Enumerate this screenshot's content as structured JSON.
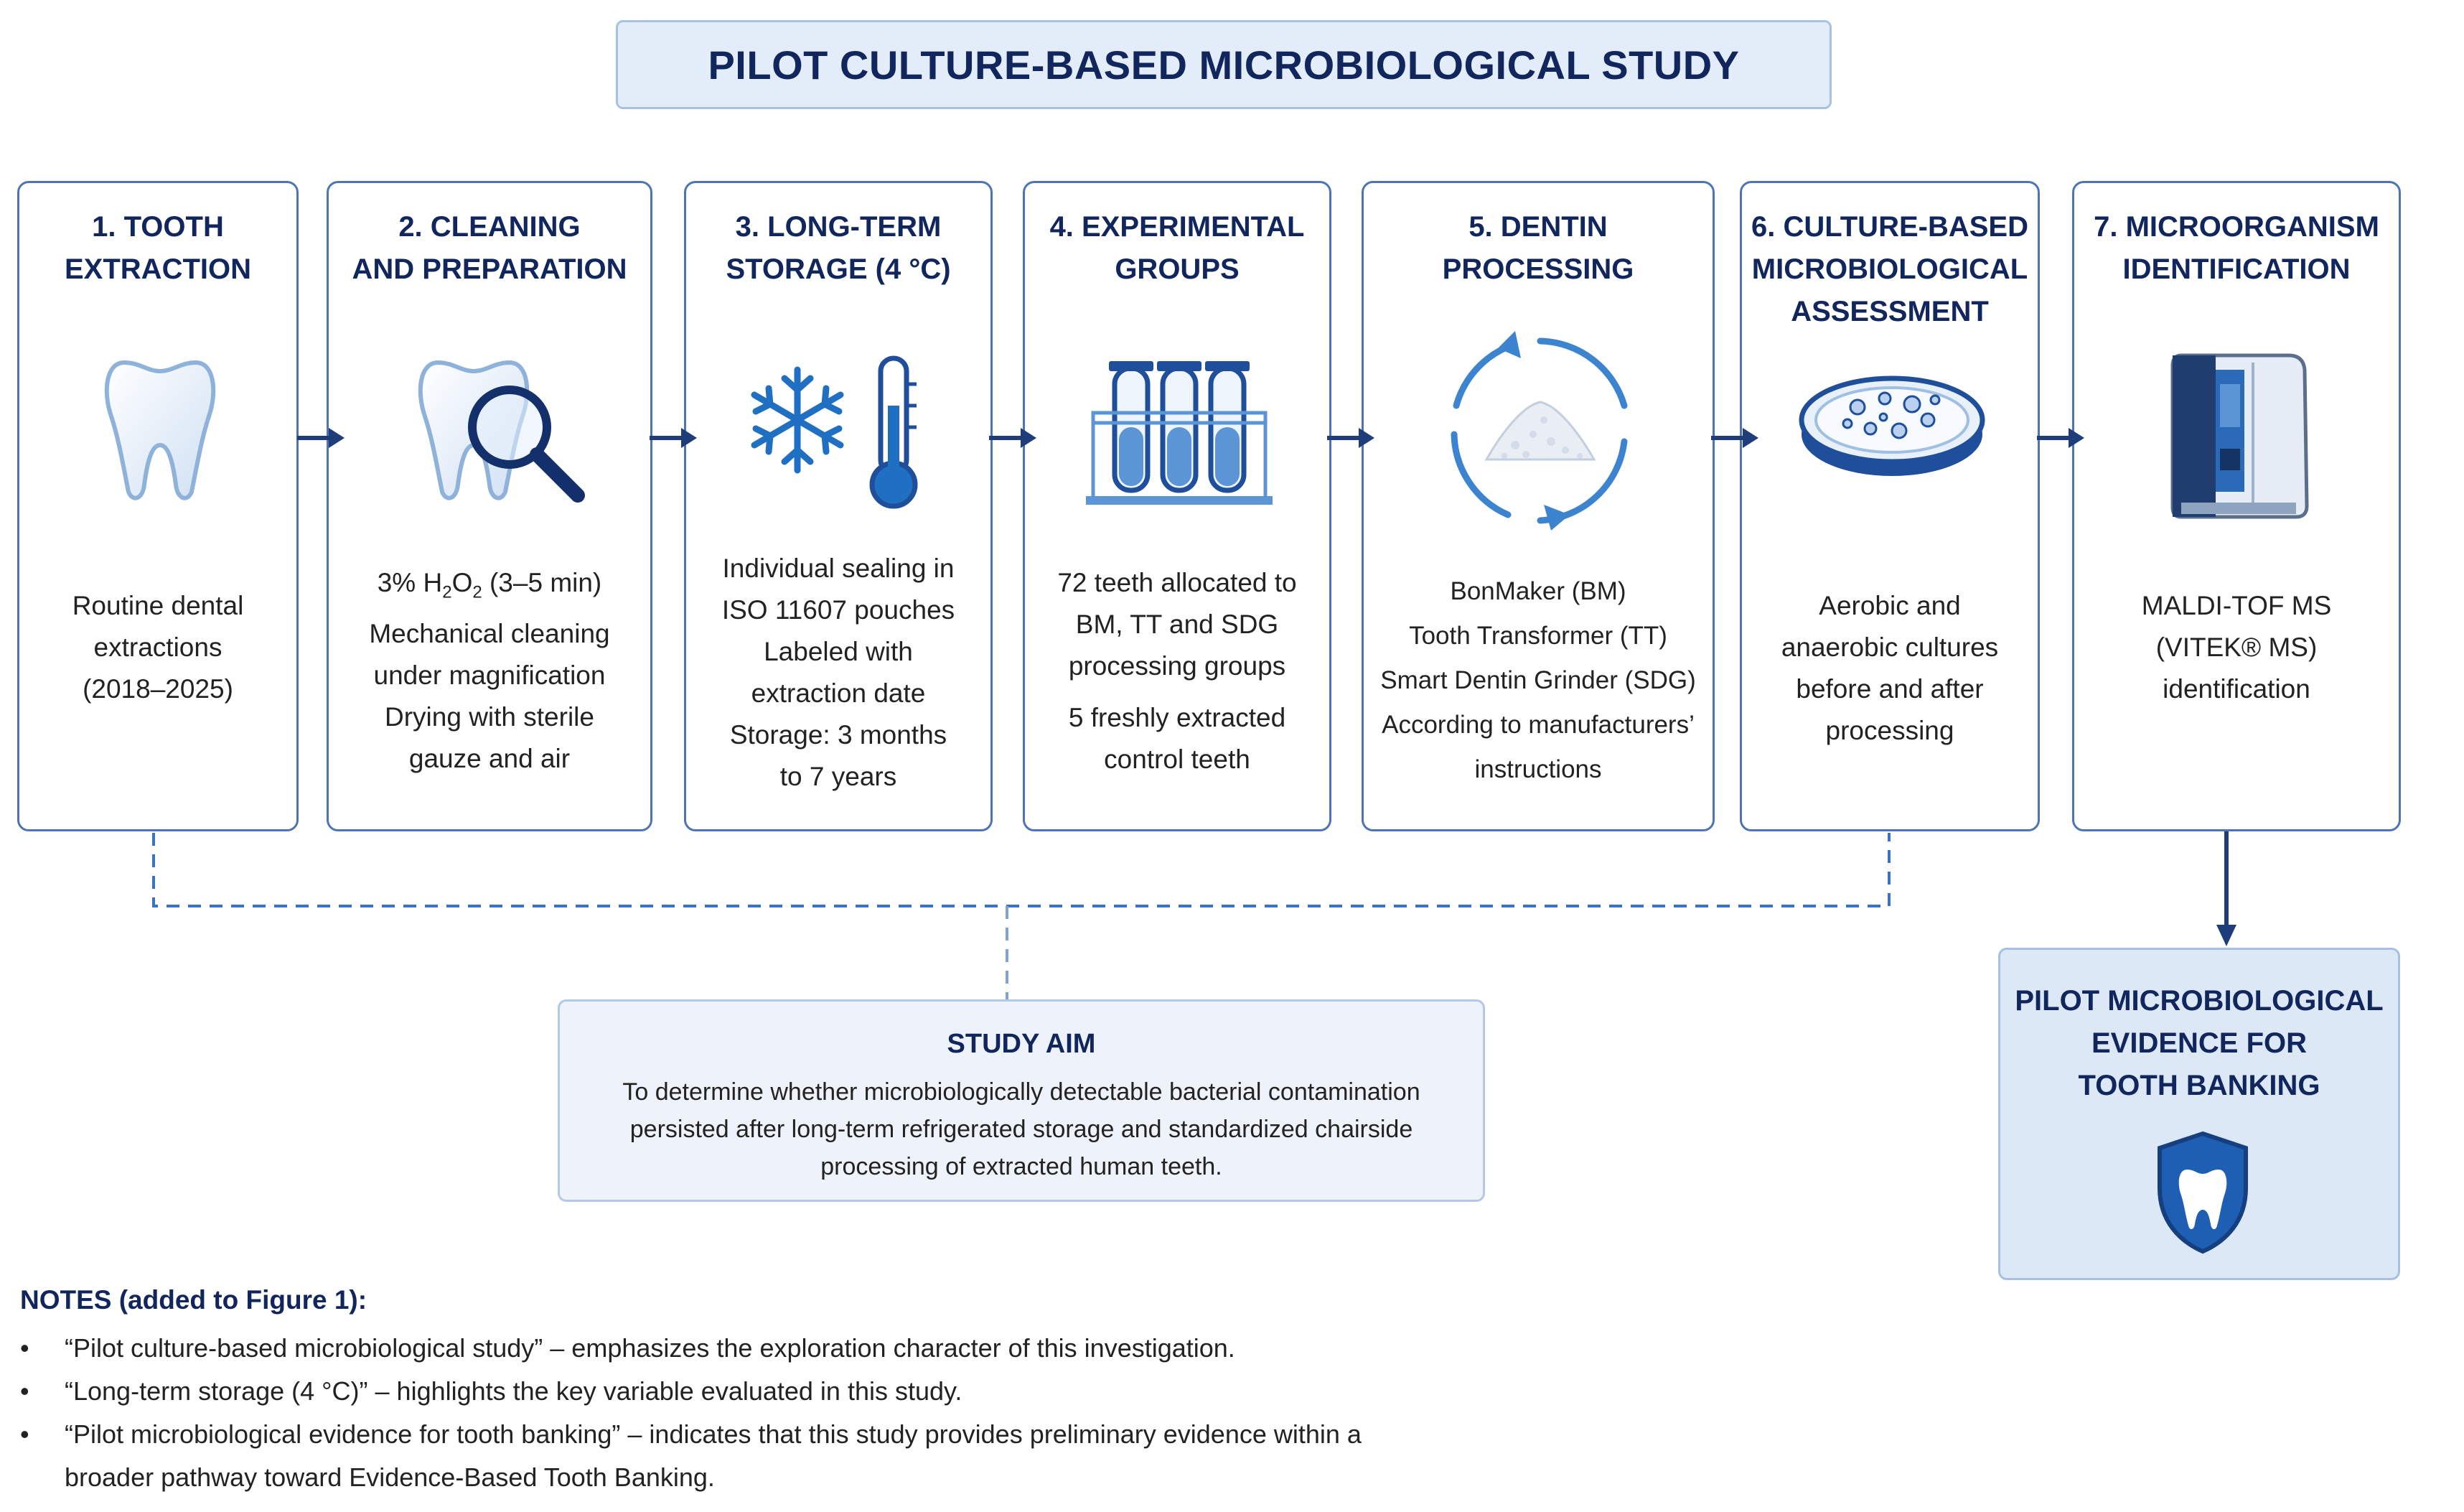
{
  "title": "PILOT CULTURE-BASED MICROBIOLOGICAL STUDY",
  "colors": {
    "navy": "#12265e",
    "accent_blue": "#2a6ab8",
    "border_blue": "#4f74b3",
    "light_fill": "#e3edf9"
  },
  "steps": [
    {
      "title": "1. TOOTH\nEXTRACTION",
      "icon": "tooth-icon",
      "lines": [
        "Routine dental",
        "extractions",
        "(2018–2025)"
      ]
    },
    {
      "title": "2. CLEANING\nAND PREPARATION",
      "icon": "tooth-magnifier-icon",
      "formula_prefix": "3% H",
      "formula_sub1": "2",
      "formula_mid": "O",
      "formula_sub2": "2",
      "formula_suffix": " (3–5 min)",
      "lines": [
        "Mechanical cleaning",
        "under magnification",
        "Drying with sterile",
        "gauze and air"
      ]
    },
    {
      "title": "3. LONG-TERM\nSTORAGE (4 °C)",
      "icon": "snowflake-thermometer-icon",
      "lines": [
        "Individual sealing in",
        "ISO 11607 pouches",
        "Labeled with",
        "extraction date",
        "Storage: 3 months",
        "to 7 years"
      ]
    },
    {
      "title": "4. EXPERIMENTAL\nGROUPS",
      "icon": "test-tubes-icon",
      "lines": [
        "72 teeth allocated to",
        "BM, TT and SDG",
        "processing groups"
      ],
      "lines2": [
        "5 freshly extracted",
        "control teeth"
      ]
    },
    {
      "title": "5. DENTIN\nPROCESSING",
      "icon": "dentin-powder-cycle-icon",
      "lines": [
        "BonMaker (BM)",
        "Tooth Transformer (TT)",
        "Smart Dentin Grinder (SDG)",
        "According to manufacturers’",
        "instructions"
      ]
    },
    {
      "title": "6. CULTURE-BASED\nMICROBIOLOGICAL\nASSESSMENT",
      "icon": "petri-dish-icon",
      "lines": [
        "Aerobic and",
        "anaerobic cultures",
        "before and after",
        "processing"
      ]
    },
    {
      "title": "7. MICROORGANISM\nIDENTIFICATION",
      "icon": "mass-spectrometer-icon",
      "lines": [
        "MALDI-TOF MS",
        "(VITEK® MS)",
        "identification"
      ]
    }
  ],
  "aim": {
    "title": "STUDY AIM",
    "text": "To determine whether microbiologically detectable bacterial contamination persisted after long-term refrigerated storage and standardized chairside processing of extracted human teeth."
  },
  "evidence": {
    "title": "PILOT MICROBIOLOGICAL\nEVIDENCE FOR\nTOOTH BANKING",
    "icon": "tooth-shield-icon"
  },
  "notes": {
    "title": "NOTES (added to Figure 1):",
    "items": [
      "“Pilot culture-based microbiological study” – emphasizes the exploration character of this investigation.",
      "“Long-term storage (4 °C)” – highlights the key variable evaluated in this study.",
      "“Pilot microbiological evidence for tooth banking” – indicates that this study provides preliminary evidence within a broader pathway toward Evidence-Based Tooth Banking."
    ]
  }
}
